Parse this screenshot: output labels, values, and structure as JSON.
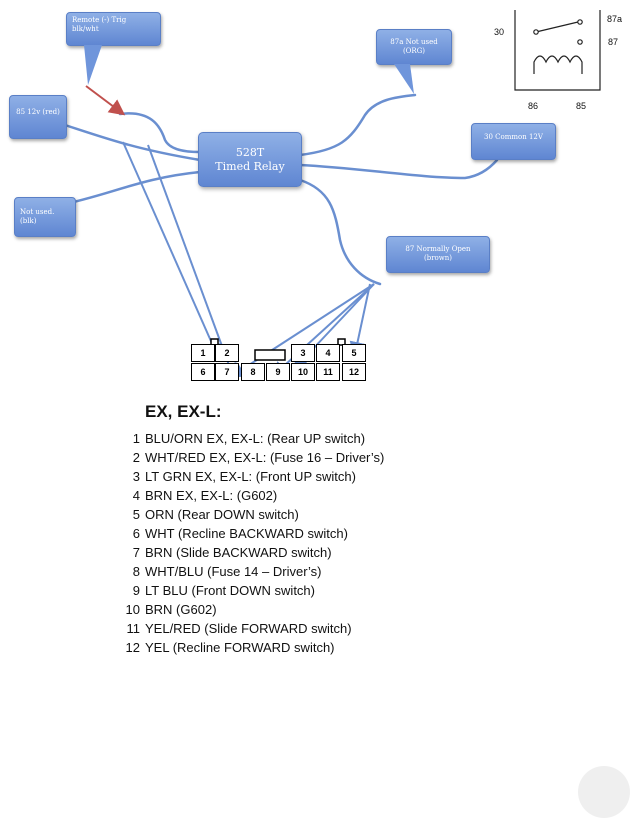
{
  "callouts": {
    "remote_trig": "Remote (-) Trig blk/wht",
    "pin85": "85 12v (red)",
    "not_used": "Not used. (blk)",
    "pin87a": "87a Not used (ORG)",
    "pin30": "30 Common 12V",
    "pin87": "87 Normally Open (brown)"
  },
  "relay": {
    "line1": "528T",
    "line2": "Timed Relay"
  },
  "relay_symbol": {
    "p30": "30",
    "p87a": "87a",
    "p87": "87",
    "p86": "86",
    "p85": "85"
  },
  "connector": {
    "top": [
      "1",
      "2",
      "3",
      "4",
      "5"
    ],
    "bottom": [
      "6",
      "7",
      "8",
      "9",
      "10",
      "11",
      "12"
    ]
  },
  "heading": "EX, EX-L:",
  "pins": [
    {
      "num": "1",
      "desc": "BLU/ORN EX, EX-L: (Rear UP switch)"
    },
    {
      "num": "2",
      "desc": "WHT/RED EX, EX-L: (Fuse 16 – Driver’s)"
    },
    {
      "num": "3",
      "desc": "LT GRN EX, EX-L: (Front UP switch)"
    },
    {
      "num": "4",
      "desc": "BRN EX, EX-L: (G602)"
    },
    {
      "num": "5",
      "desc": "ORN (Rear DOWN switch)"
    },
    {
      "num": "6",
      "desc": "WHT (Recline BACKWARD switch)"
    },
    {
      "num": "7",
      "desc": "BRN (Slide BACKWARD switch)"
    },
    {
      "num": "8",
      "desc": "WHT/BLU (Fuse 14 – Driver’s)"
    },
    {
      "num": "9",
      "desc": "LT BLU (Front DOWN switch)"
    },
    {
      "num": "10",
      "desc": "BRN (G602)"
    },
    {
      "num": "11",
      "desc": "YEL/RED (Slide FORWARD switch)"
    },
    {
      "num": "12",
      "desc": "YEL (Recline FORWARD switch)"
    }
  ],
  "colors": {
    "wire": "#6a8fd0",
    "callout": "#7a9ee0",
    "arrow_red": "#c0504d"
  }
}
